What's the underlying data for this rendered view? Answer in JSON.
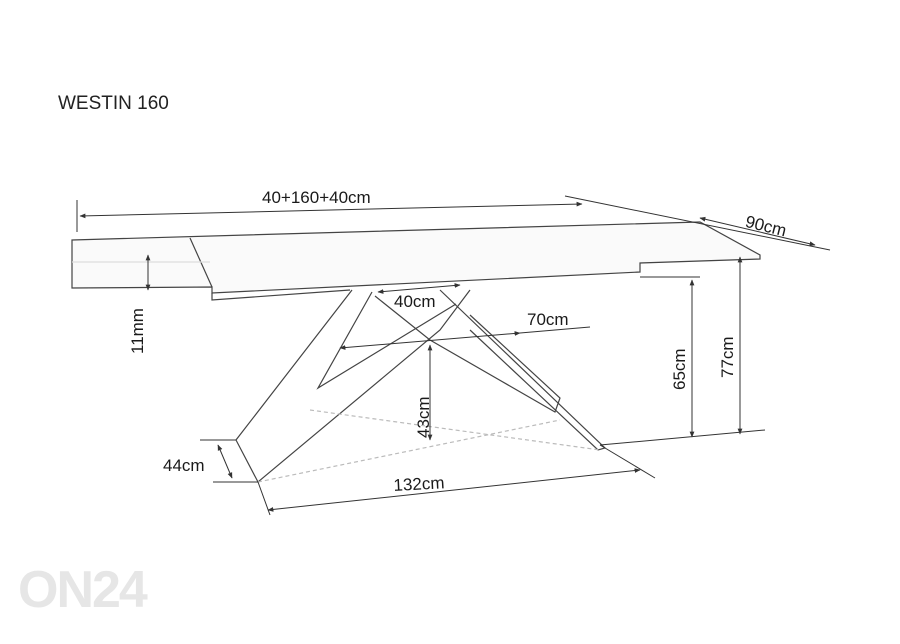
{
  "title": "WESTIN 160",
  "watermark": "ON24",
  "dimensions": {
    "total_length": "40+160+40cm",
    "depth": "90cm",
    "top_thickness": "11mm",
    "frame_top": "40cm",
    "frame_mid": "70cm",
    "height_under_frame": "65cm",
    "total_height": "77cm",
    "cross_height": "43cm",
    "foot_depth": "44cm",
    "foot_span": "132cm"
  }
}
